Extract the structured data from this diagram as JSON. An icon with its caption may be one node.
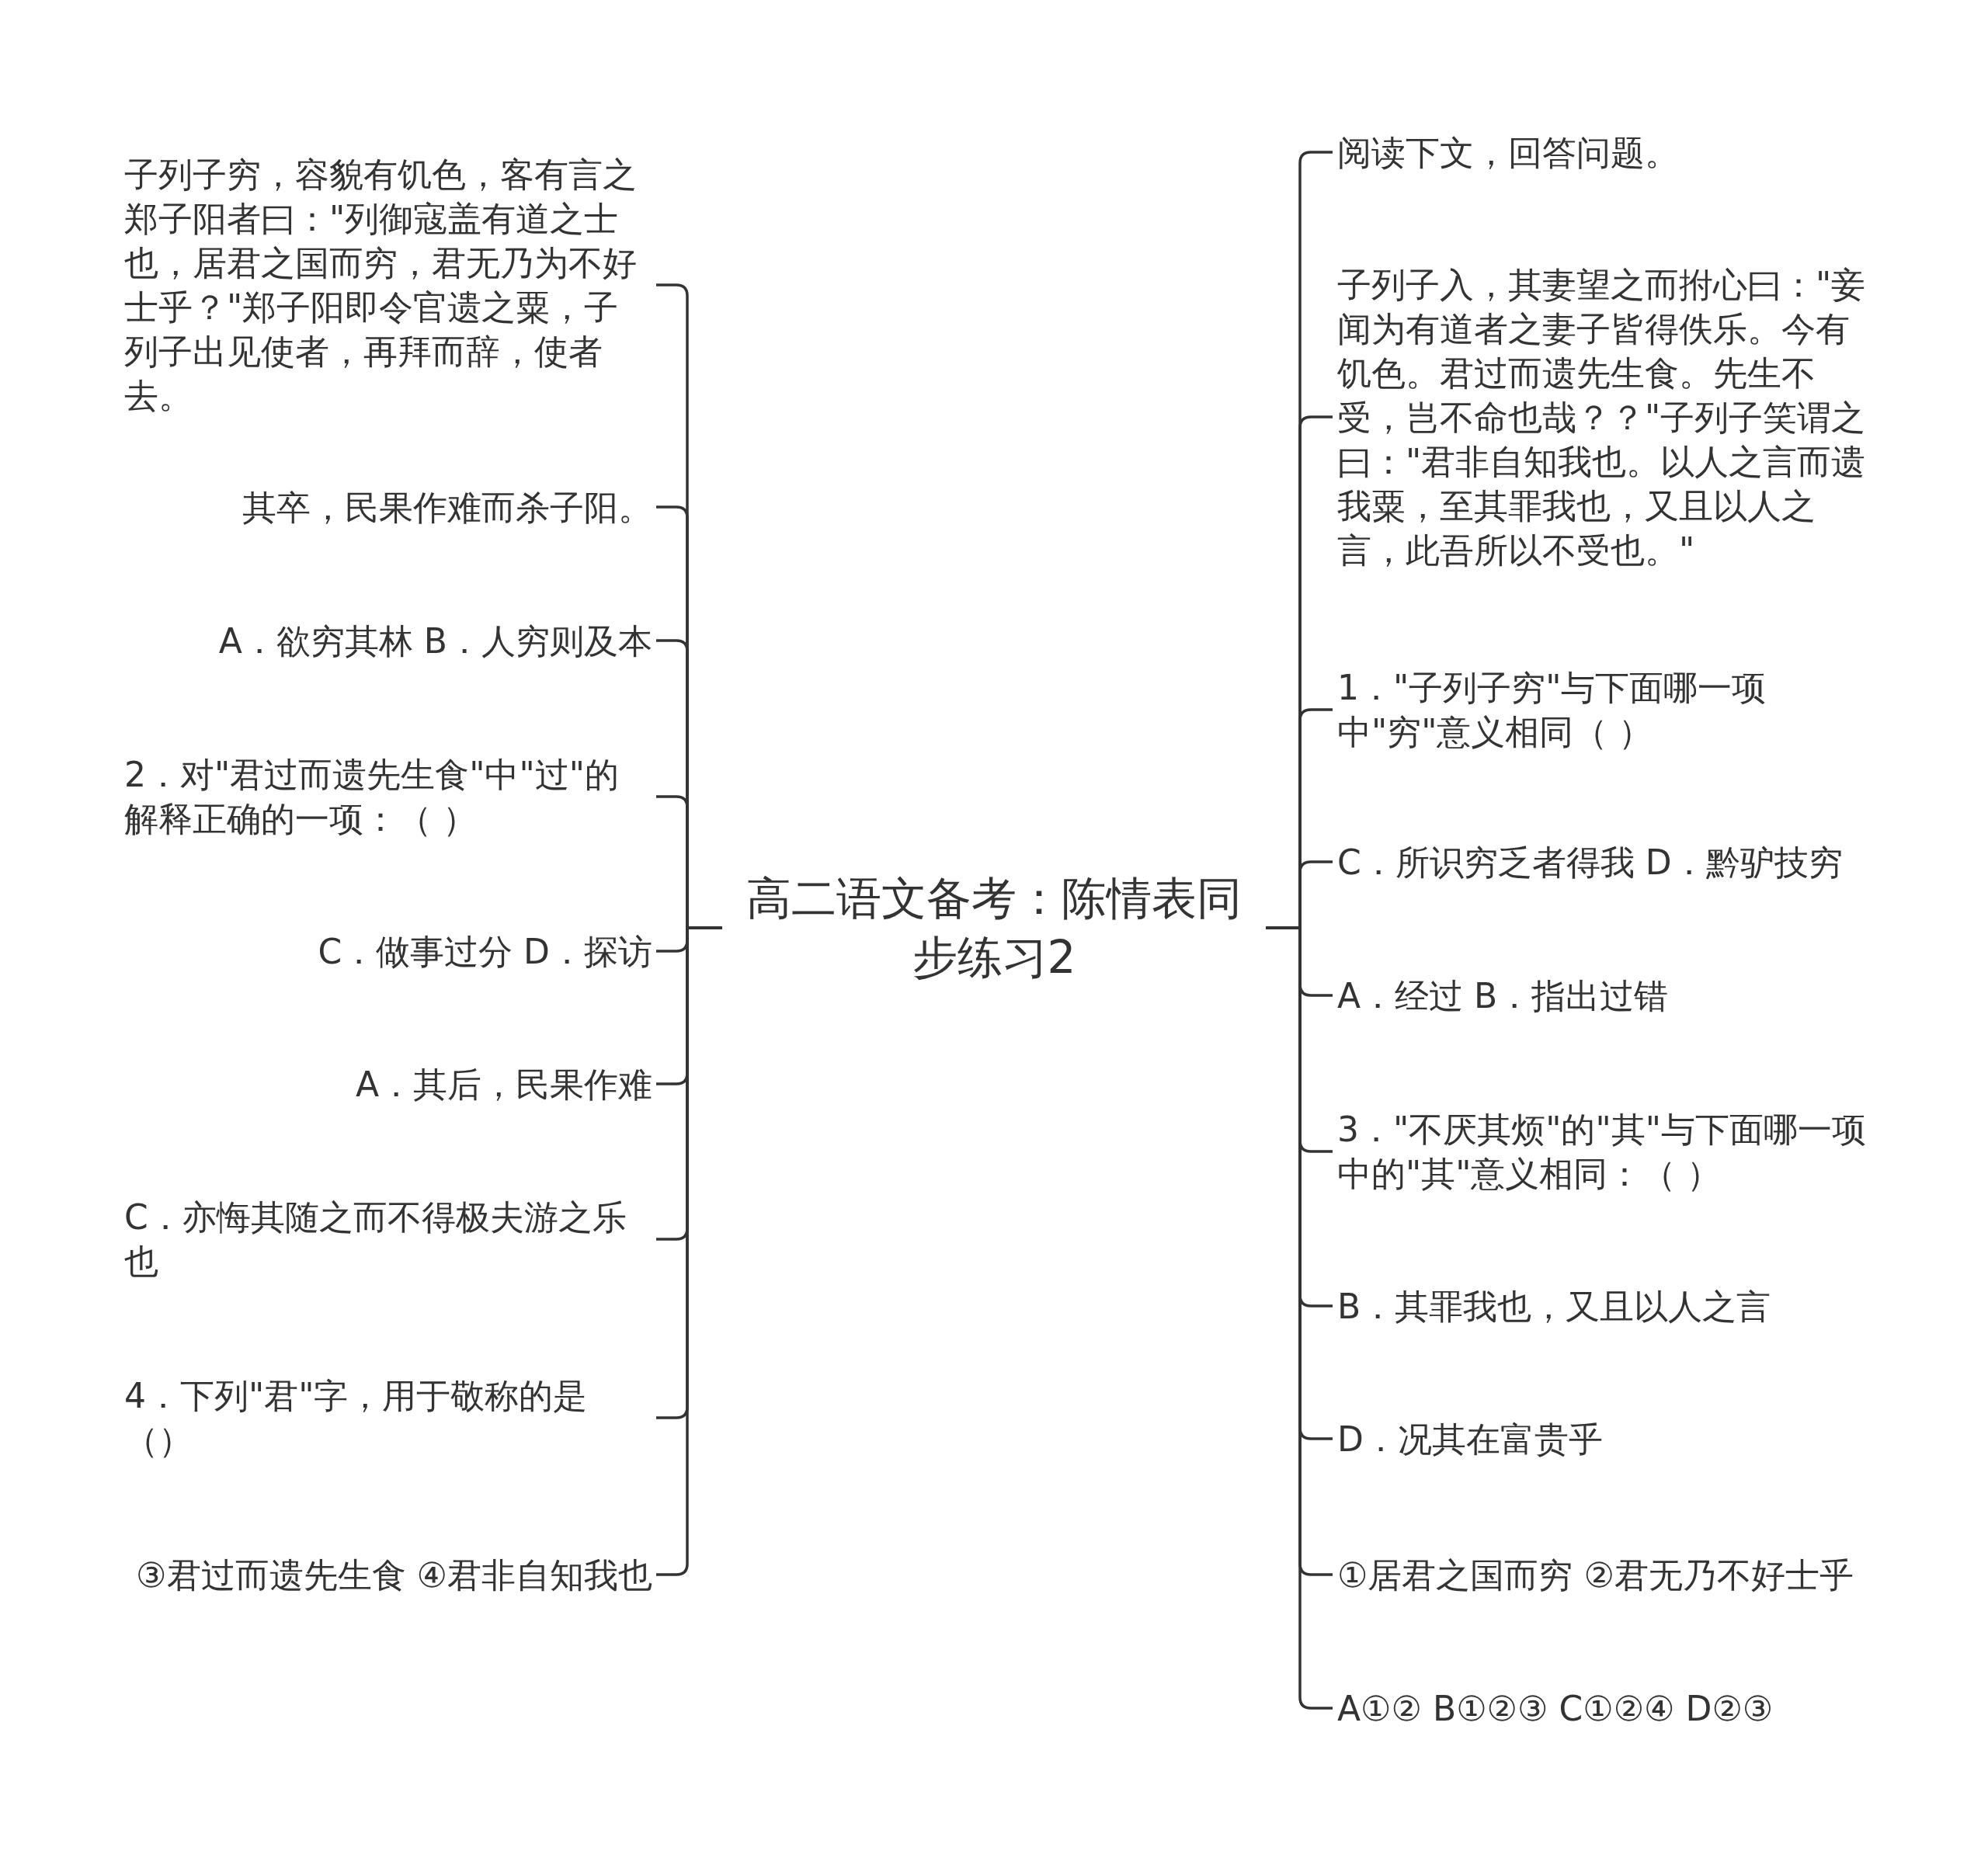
{
  "diagram": {
    "nodes": [
      {
        "text": [
          "高二语文备考：陈情表同步练习2"
        ]
      },
      {
        "text": [
          "子列子穷，容貌有饥色，客有言之郑子阳者曰：\"列御寇盖有道之士也，居君之国而穷，君无乃为不好士乎？\"郑子阳即令官遗之粟，子列子出见使者，再拜而辞，使者去。"
        ]
      },
      {
        "text": [
          "其卒，民果作难而杀子阳。"
        ]
      },
      {
        "text": [
          "A．欲穷其林 B．人穷则及本"
        ]
      },
      {
        "text": [
          "2．对\"君过而遗先生食\"中\"过\"的解释正确的一项：（ ）"
        ]
      },
      {
        "text": [
          "C．做事过分 D．探访"
        ]
      },
      {
        "text": [
          "A．其后，民果作难"
        ]
      },
      {
        "text": [
          "C．亦悔其随之而不得极夫游之乐也"
        ]
      },
      {
        "text": [
          "4．下列\"君\"字，用于敬称的是（）"
        ]
      },
      {
        "text": [
          "③君过而遗先生食 ④君非自知我也"
        ]
      },
      {
        "text": [
          "阅读下文，回答问题。"
        ]
      },
      {
        "text": [
          "子列子入，其妻望之而拊心曰：\"妾闻为有道者之妻子皆得佚乐。今有饥色。君过而遗先生食。先生不受，岂不命也哉？？\"子列子笑谓之曰：\"君非自知我也。以人之言而遗我粟，至其罪我也，又且以人之言，此吾所以不受也。\""
        ]
      },
      {
        "text": [
          "1．\"子列子穷\"与下面哪一项中\"穷\"意义相同（ ）"
        ]
      },
      {
        "text": [
          "C．所识穷乏者得我 D．黔驴技穷"
        ]
      },
      {
        "text": [
          "A．经过 B．指出过错"
        ]
      },
      {
        "text": [
          "3．\"不厌其烦\"的\"其\"与下面哪一项中的\"其\"意义相同：（ ）"
        ]
      },
      {
        "text": [
          "B．其罪我也，又且以人之言"
        ]
      },
      {
        "text": [
          "D．况其在富贵乎"
        ]
      },
      {
        "text": [
          "①居君之国而穷 ②君无乃不好士乎"
        ]
      },
      {
        "text": [
          "A①② B①②③ C①②④ D②③"
        ]
      }
    ],
    "edges": [
      {
        "from": 0,
        "to": 1,
        "arrow": "none"
      },
      {
        "from": 0,
        "to": 2,
        "arrow": "none"
      },
      {
        "from": 0,
        "to": 3,
        "arrow": "none"
      },
      {
        "from": 0,
        "to": 4,
        "arrow": "none"
      },
      {
        "from": 0,
        "to": 5,
        "arrow": "none"
      },
      {
        "from": 0,
        "to": 6,
        "arrow": "none"
      },
      {
        "from": 0,
        "to": 7,
        "arrow": "none"
      },
      {
        "from": 0,
        "to": 8,
        "arrow": "none"
      },
      {
        "from": 0,
        "to": 9,
        "arrow": "none"
      },
      {
        "from": 0,
        "to": 10,
        "arrow": "none"
      },
      {
        "from": 0,
        "to": 11,
        "arrow": "none"
      },
      {
        "from": 0,
        "to": 12,
        "arrow": "none"
      },
      {
        "from": 0,
        "to": 13,
        "arrow": "none"
      },
      {
        "from": 0,
        "to": 14,
        "arrow": "none"
      },
      {
        "from": 0,
        "to": 15,
        "arrow": "none"
      },
      {
        "from": 0,
        "to": 16,
        "arrow": "none"
      },
      {
        "from": 0,
        "to": 17,
        "arrow": "none"
      },
      {
        "from": 0,
        "to": 18,
        "arrow": "none"
      },
      {
        "from": 0,
        "to": 19,
        "arrow": "none"
      }
    ]
  }
}
